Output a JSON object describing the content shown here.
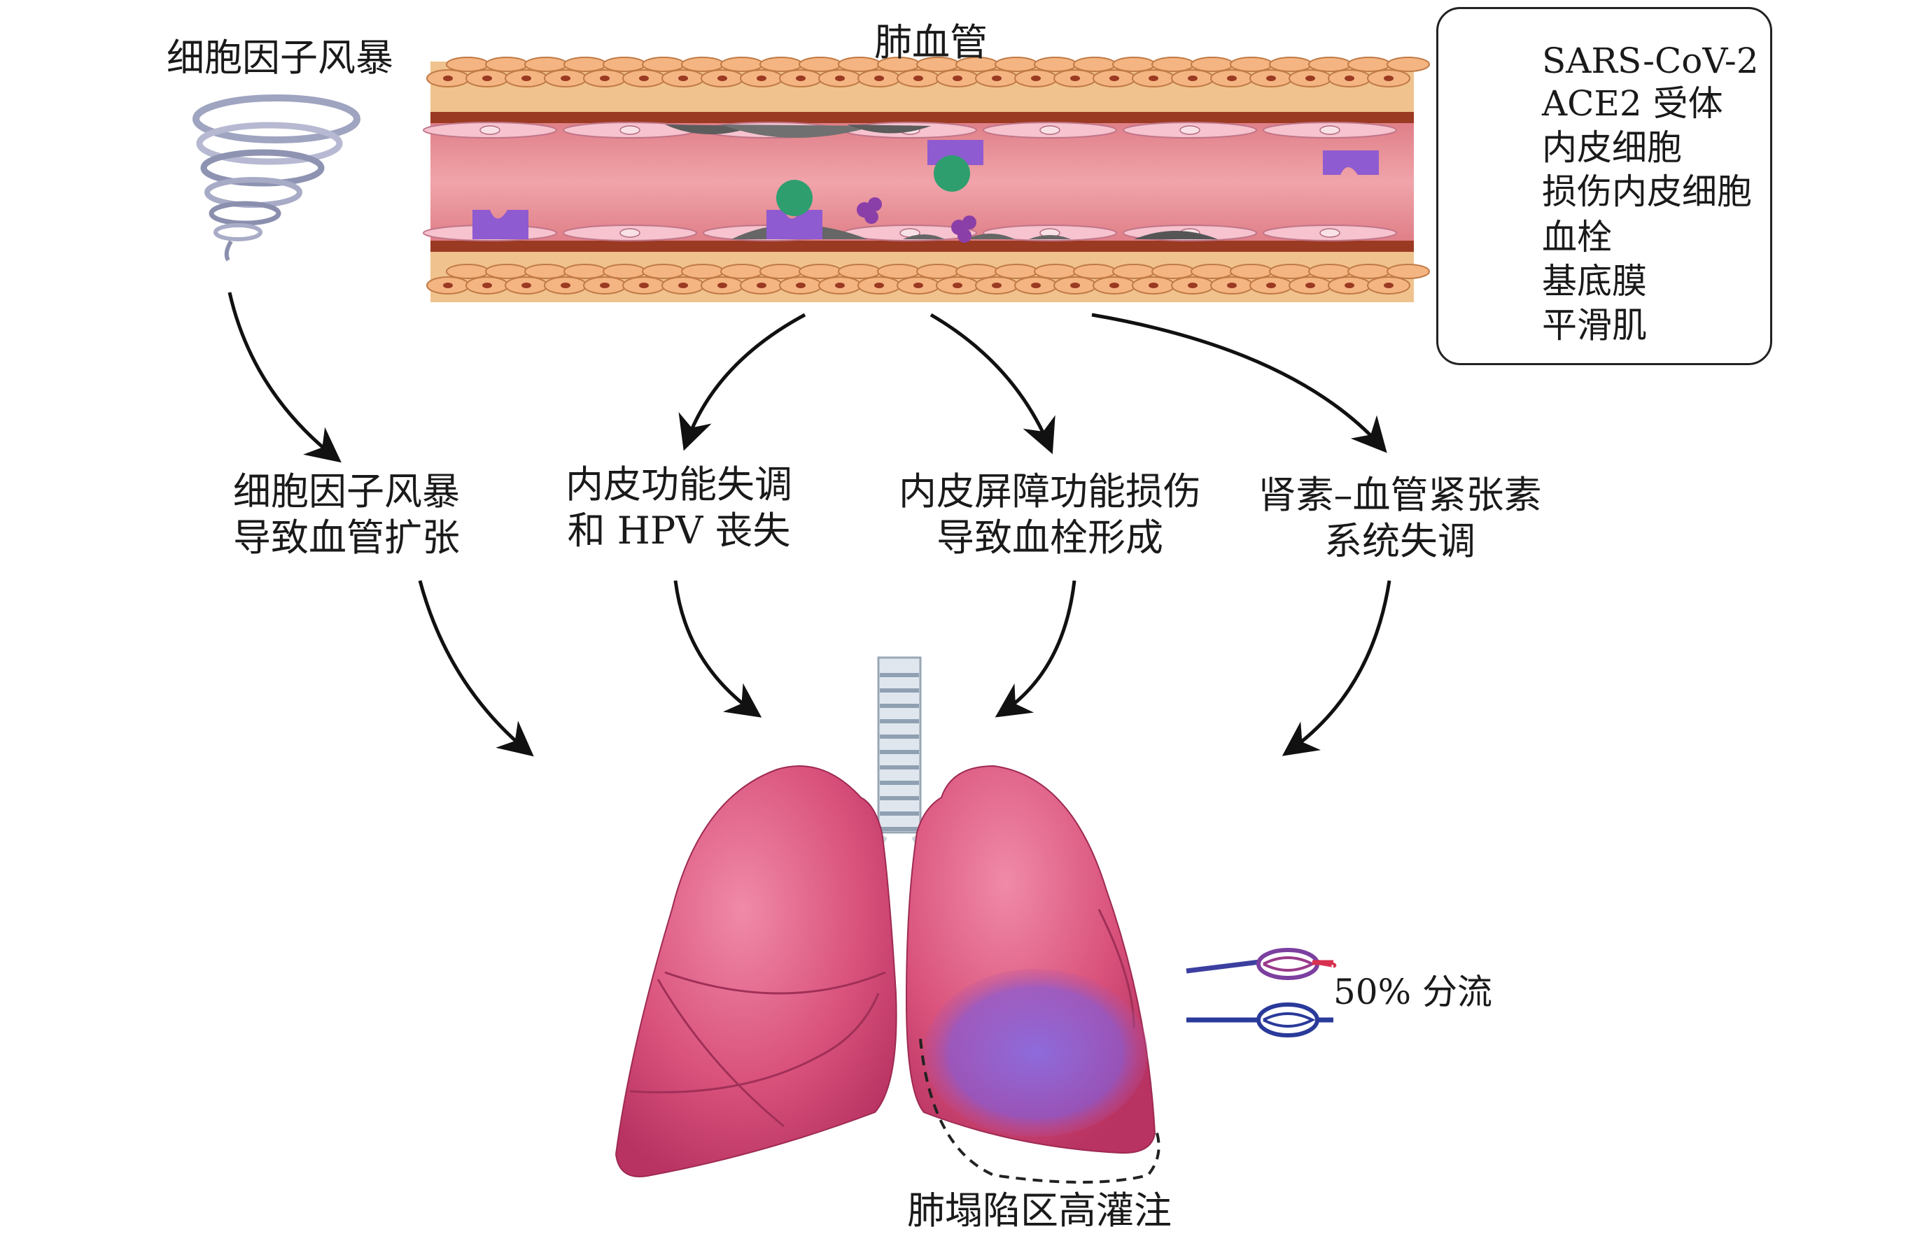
{
  "title": "肺血管",
  "storm_label": "细胞因子风暴",
  "legend": {
    "items": [
      {
        "key": "virus",
        "label": "SARS-CoV-2",
        "color": "#2e9e6e"
      },
      {
        "key": "ace2",
        "label": "ACE2 受体",
        "color": "#8e5bd0"
      },
      {
        "key": "endothelial",
        "label": "内皮细胞",
        "color": "#f3b8c8"
      },
      {
        "key": "damaged",
        "label": "损伤内皮细胞",
        "color": "#555555"
      },
      {
        "key": "clot",
        "label": "血栓",
        "color": "#8a3fa8"
      },
      {
        "key": "basement",
        "label": "基底膜",
        "color": "#9b3a22"
      },
      {
        "key": "smooth",
        "label": "平滑肌",
        "color": "#f3b07f"
      }
    ]
  },
  "mechanisms": [
    {
      "line1": "细胞因子风暴",
      "line2": "导致血管扩张"
    },
    {
      "line1": "内皮功能失调",
      "line2": "和 HPV 丧失"
    },
    {
      "line1": "内皮屏障功能损伤",
      "line2": "导致血栓形成"
    },
    {
      "line1": "肾素–血管紧张素",
      "line2": "系统失调"
    }
  ],
  "shunt_label": "50% 分流",
  "bottom_label": "肺塌陷区高灌注",
  "colors": {
    "lung": "#d94f7a",
    "vessel_lumen": "#e98a93",
    "perfusion": "#7a5cc8"
  }
}
